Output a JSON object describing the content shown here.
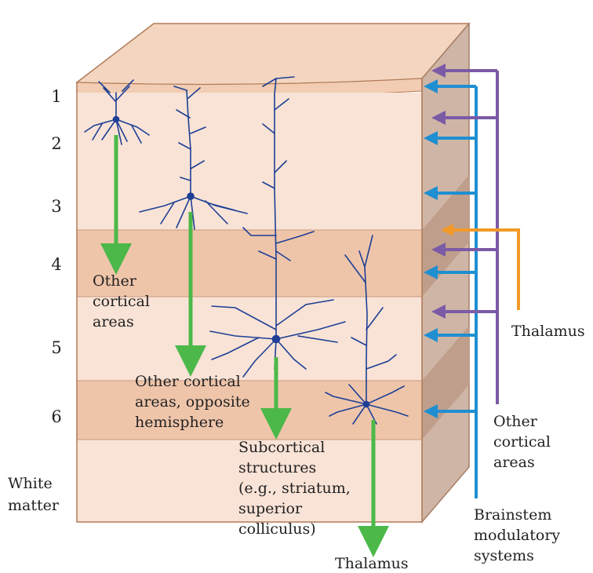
{
  "layers": [
    "1",
    "2",
    "3",
    "4",
    "5",
    "6"
  ],
  "white_matter": [
    "White",
    "matter"
  ],
  "targets": {
    "other_cortical_areas": [
      "Other",
      "cortical",
      "areas"
    ],
    "other_cortical_opposite": [
      "Other cortical",
      "areas, opposite",
      "hemisphere"
    ],
    "subcortical": [
      "Subcortical",
      "structures",
      "(e.g., striatum,",
      "superior",
      "colliculus)"
    ],
    "thalamus_bottom": "Thalamus"
  },
  "inputs": {
    "thalamus": "Thalamus",
    "other_cortical_areas": [
      "Other",
      "cortical",
      "areas"
    ],
    "brainstem": [
      "Brainstem",
      "modulatory",
      "systems"
    ]
  },
  "colors": {
    "green": "#4cb849",
    "blue": "#1f8fd1",
    "purple": "#7b5aa6",
    "orange": "#f29a27",
    "neuron": "#1d3f95",
    "light_layer": "#f9e3d6",
    "dark_layer": "#efc5aa",
    "side": "#cfb5a5",
    "top": "#f4d6c0"
  }
}
